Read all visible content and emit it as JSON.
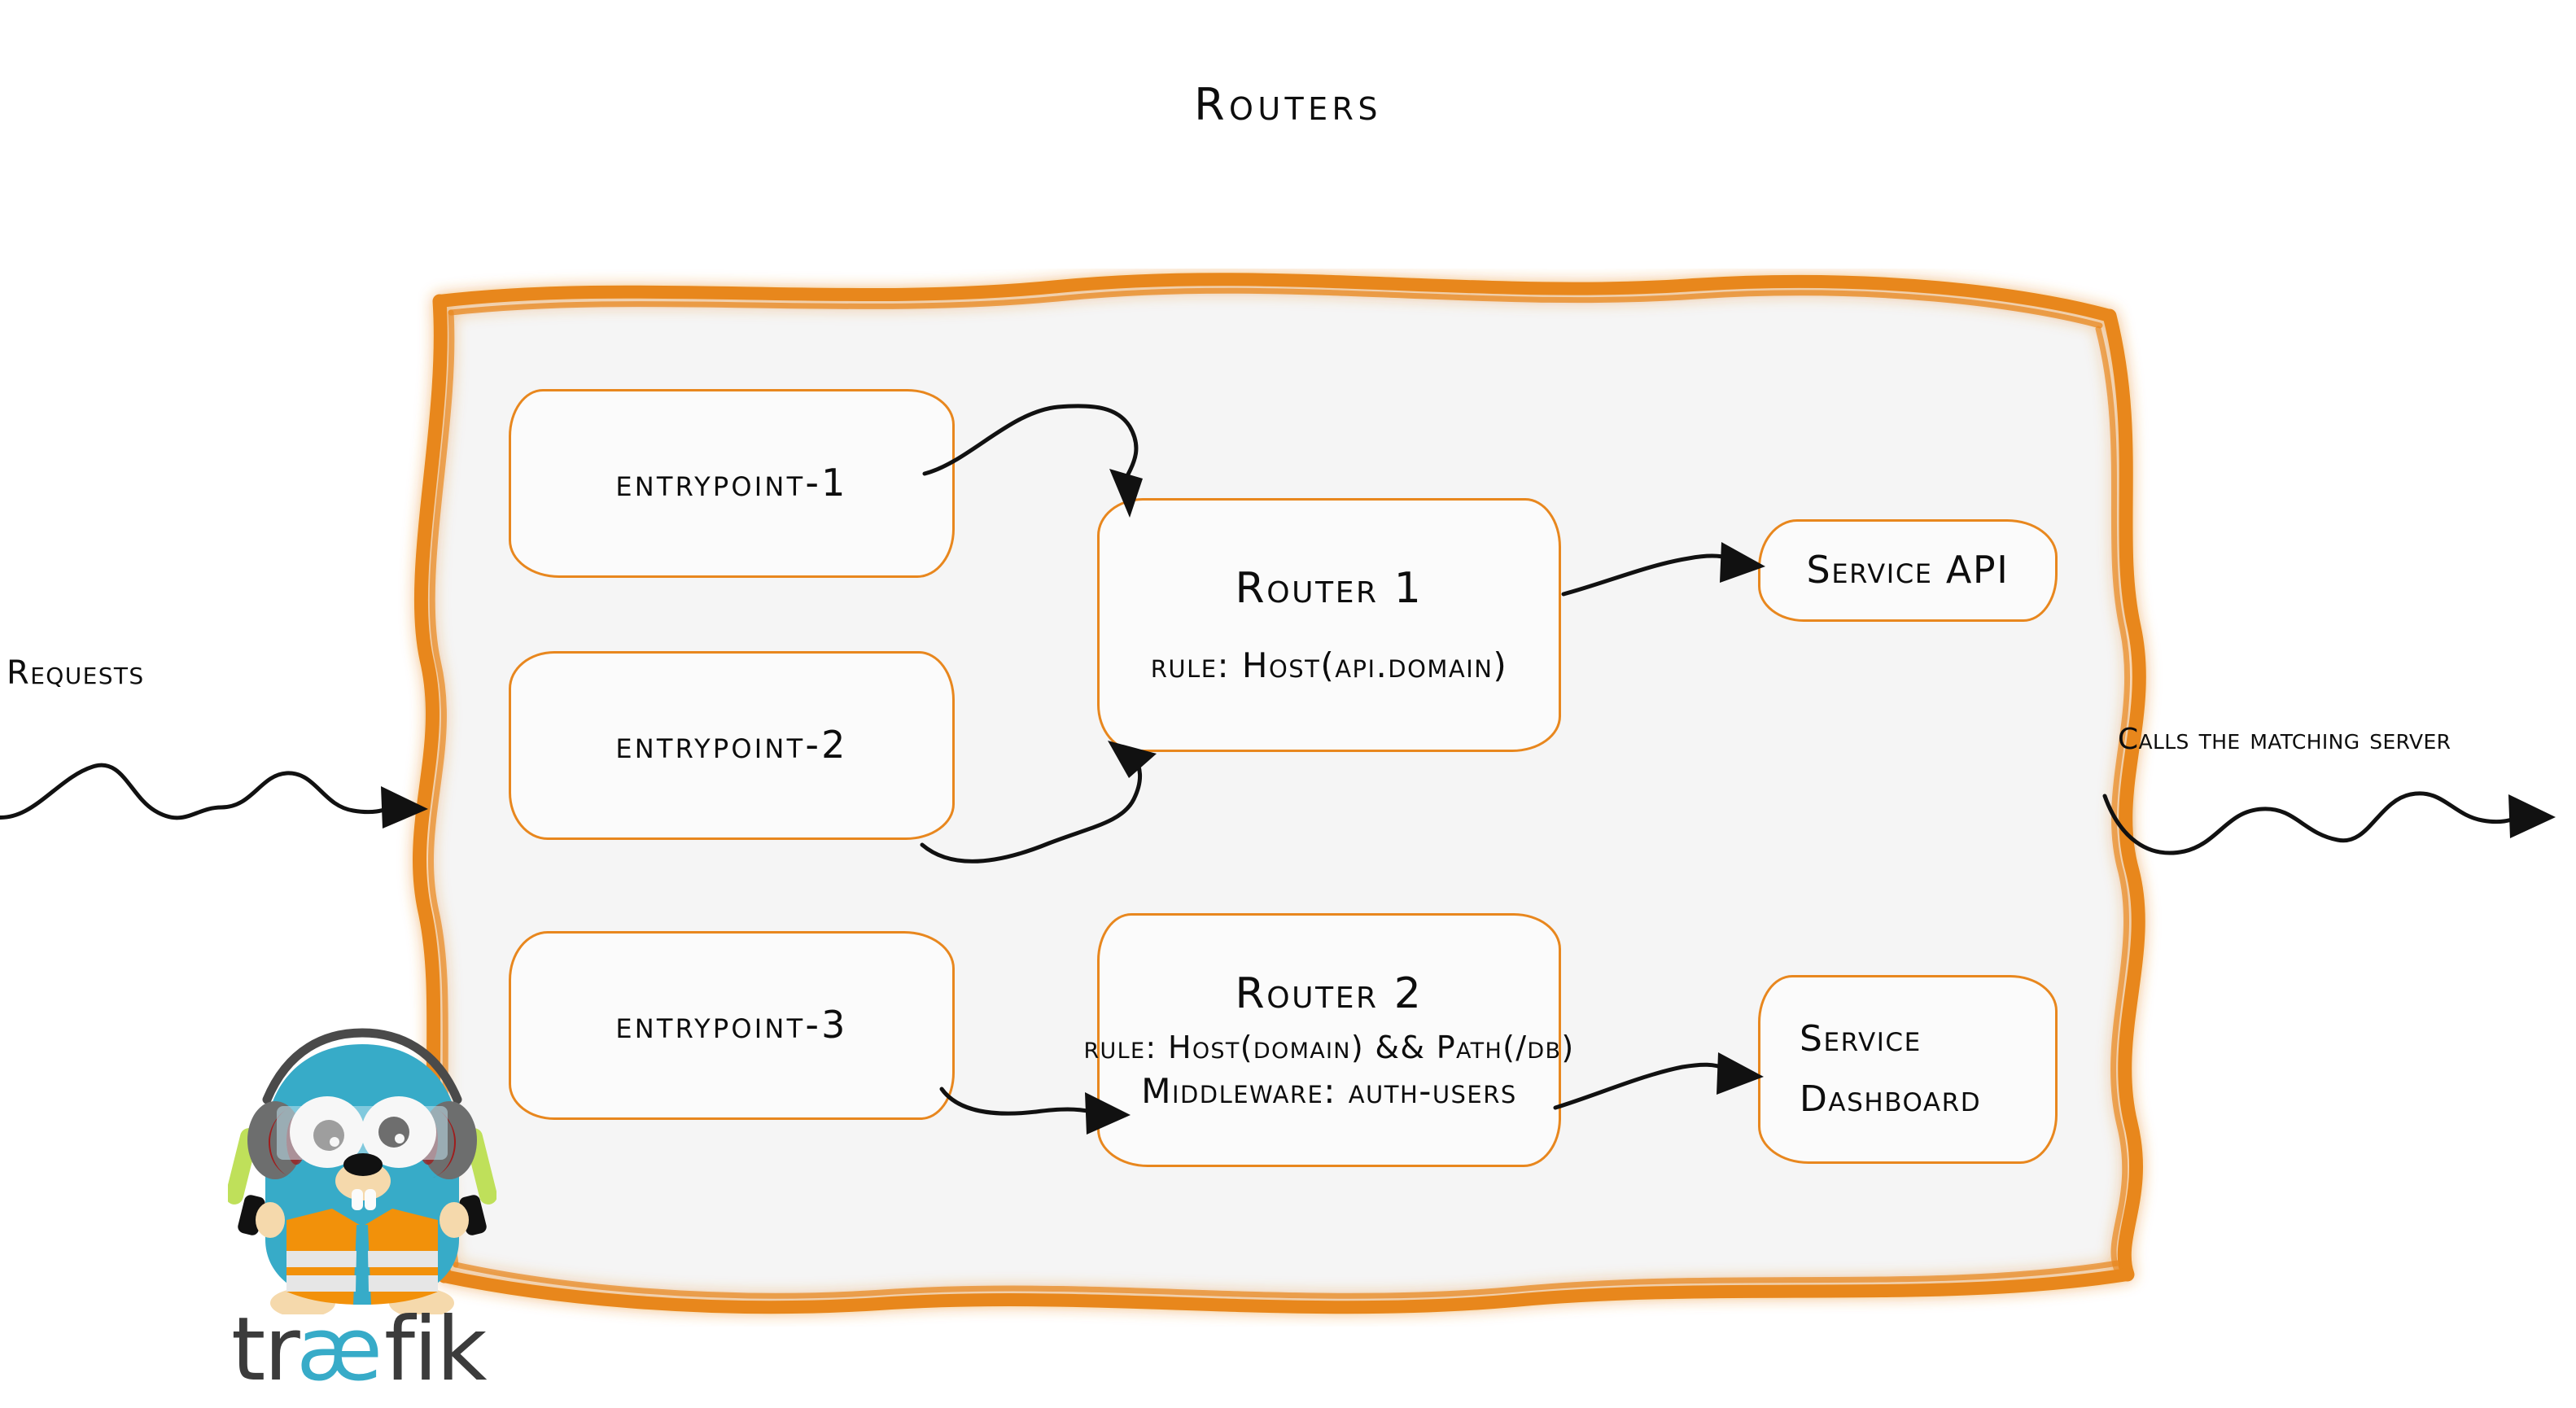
{
  "diagram": {
    "title": "Routers",
    "accent_color": "#E8871E",
    "container_fill": "#f5f5f5",
    "ink_color": "#0d0d0d"
  },
  "entrypoints": [
    {
      "id": "entrypoint-1",
      "label": "entrypoint-1"
    },
    {
      "id": "entrypoint-2",
      "label": "entrypoint-2"
    },
    {
      "id": "entrypoint-3",
      "label": "entrypoint-3"
    }
  ],
  "routers": [
    {
      "id": "router-1",
      "title": "Router 1",
      "rule": "rule: Host(api.domain)"
    },
    {
      "id": "router-2",
      "title": "Router 2",
      "rule": "rule: Host(domain) && Path(/db)",
      "middleware": "Middleware: auth-users"
    }
  ],
  "services": [
    {
      "id": "service-api",
      "label": "Service API"
    },
    {
      "id": "service-dashboard",
      "line1": "Service",
      "line2": "Dashboard"
    }
  ],
  "annotations": {
    "requests": "Requests",
    "calls": "Calls the matching server"
  },
  "brand": {
    "wordmark": "træfik",
    "wordmark_dark": "#3b3b3b",
    "wordmark_accent": "#37ABC8",
    "gopher": {
      "body": "#37ABC8",
      "vest": "#F2910A",
      "stripe": "#E6E6E6",
      "ear_muff": "#6D6E6E",
      "ear_muff_accent": "#A01C1C",
      "glow_stick": "#BFE05A",
      "skin": "#F5D9AC"
    }
  }
}
